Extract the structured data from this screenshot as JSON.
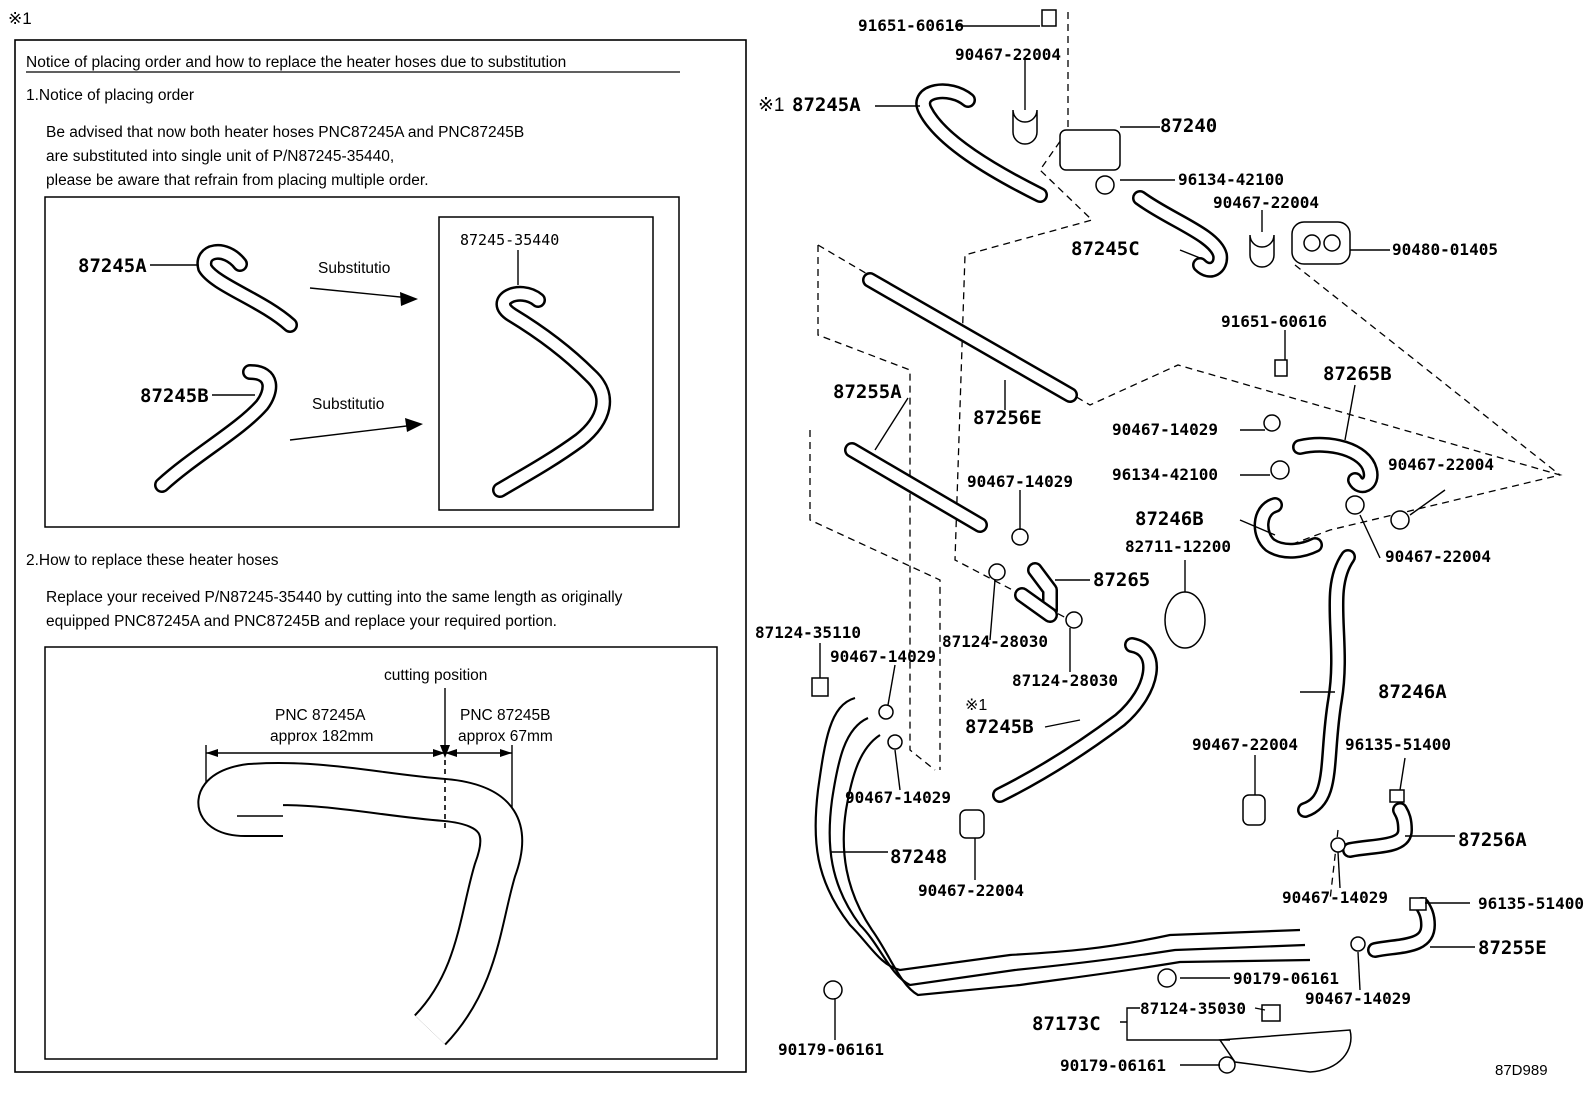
{
  "marker_top": "※1",
  "notice": {
    "title": "Notice of placing order and how to replace the heater hoses due to substitution",
    "section1_heading": "1.Notice of placing order",
    "section1_lines": [
      "Be advised that now both heater hoses PNC87245A and PNC87245B",
      "are substituted into single unit of P/N87245-35440,",
      "please be aware that refrain from placing multiple order."
    ],
    "box1": {
      "hose_a": "87245A",
      "hose_b": "87245B",
      "arrow_a": "Substitutio",
      "arrow_b": "Substitutio",
      "new_part": "87245-35440"
    },
    "section2_heading": "2.How to replace these heater hoses",
    "section2_lines": [
      "Replace your received P/N87245-35440 by cutting into the same length as originally",
      "equipped PNC87245A and PNC87245B and replace your required portion."
    ],
    "box2": {
      "cutting": "cutting position",
      "left_pnc": "PNC 87245A",
      "left_len": "approx 182mm",
      "right_pnc": "PNC 87245B",
      "right_len": "approx 67mm"
    }
  },
  "diagram": {
    "labels": {
      "l01": "91651-60616",
      "l02": "90467-22004",
      "l03": "※1",
      "l04": "87245A",
      "l05": "87240",
      "l06": "96134-42100",
      "l07": "90467-22004",
      "l08": "87245C",
      "l09": "90480-01405",
      "l10": "91651-60616",
      "l11": "87265B",
      "l12": "87255A",
      "l13": "87256E",
      "l14": "90467-14029",
      "l15": "96134-42100",
      "l16": "90467-22004",
      "l17": "90467-14029",
      "l18": "87246B",
      "l19": "90467-22004",
      "l20": "82711-12200",
      "l21": "87265",
      "l22": "87124-35110",
      "l23": "87124-28030",
      "l24": "87124-28030",
      "l25": "90467-14029",
      "l26": "87246A",
      "l27": "※1",
      "l28": "87245B",
      "l29": "90467-22004",
      "l30": "96135-51400",
      "l31": "90467-14029",
      "l32": "87248",
      "l33": "87256A",
      "l34": "90467-22004",
      "l35": "90467-14029",
      "l36": "96135-51400",
      "l37": "87255E",
      "l38": "90179-06161",
      "l39": "90467-14029",
      "l40": "87173C",
      "l41": "87124-35030",
      "l42": "90179-06161",
      "l43": "90179-06161"
    },
    "code": "87D989"
  }
}
